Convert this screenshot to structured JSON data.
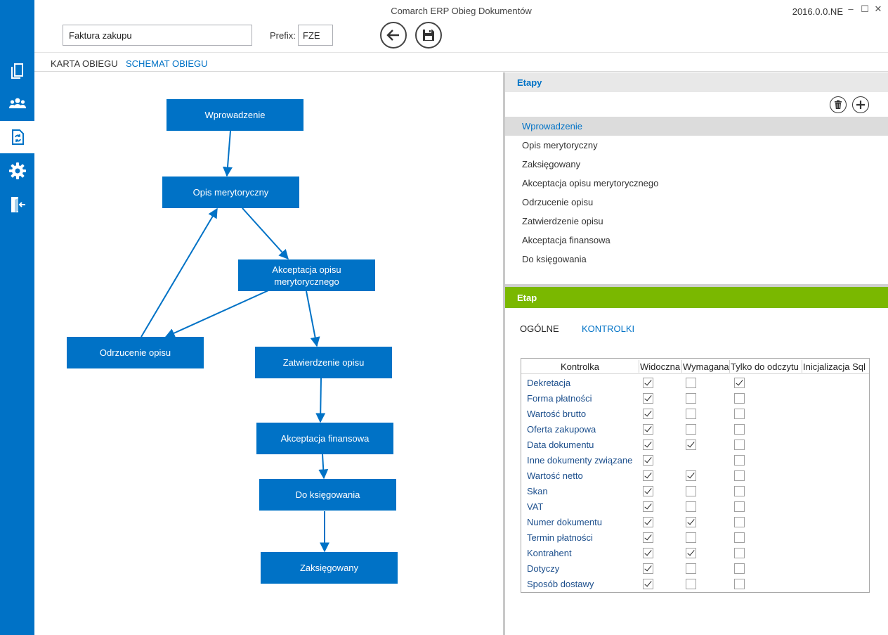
{
  "window": {
    "title": "Comarch ERP Obieg Dokumentów",
    "version": "2016.0.0.NE",
    "minimize": "–",
    "maximize": "☐",
    "close": "✕"
  },
  "form": {
    "name_value": "Faktura zakupu",
    "prefix_label": "Prefix:",
    "prefix_value": "FZE"
  },
  "toolbar": {
    "back_icon": "arrow-left-icon",
    "save_icon": "floppy-disk-icon"
  },
  "sidebar": {
    "items": [
      {
        "icon": "documents-icon"
      },
      {
        "icon": "users-icon"
      },
      {
        "icon": "document-workflow-icon",
        "active": true
      },
      {
        "icon": "gear-icon"
      },
      {
        "icon": "logout-door-icon"
      }
    ]
  },
  "tabs": [
    {
      "label": "KARTA OBIEGU",
      "active": false
    },
    {
      "label": "SCHEMAT OBIEGU",
      "active": true
    }
  ],
  "diagram": {
    "nodes": [
      {
        "id": "wprowadzenie",
        "label": "Wprowadzenie"
      },
      {
        "id": "opis",
        "label": "Opis merytoryczny"
      },
      {
        "id": "akceptacja_opisu",
        "label": "Akceptacja opisu merytorycznego"
      },
      {
        "id": "odrzucenie",
        "label": "Odrzucenie opisu"
      },
      {
        "id": "zatwierdzenie",
        "label": "Zatwierdzenie opisu"
      },
      {
        "id": "akceptacja_fin",
        "label": "Akceptacja finansowa"
      },
      {
        "id": "do_ksiegowania",
        "label": "Do księgowania"
      },
      {
        "id": "zaksiegowany",
        "label": "Zaksięgowany"
      }
    ],
    "edges": [
      {
        "from": "wprowadzenie",
        "to": "opis"
      },
      {
        "from": "opis",
        "to": "akceptacja_opisu"
      },
      {
        "from": "akceptacja_opisu",
        "to": "odrzucenie"
      },
      {
        "from": "odrzucenie",
        "to": "opis"
      },
      {
        "from": "akceptacja_opisu",
        "to": "zatwierdzenie"
      },
      {
        "from": "zatwierdzenie",
        "to": "akceptacja_fin"
      },
      {
        "from": "akceptacja_fin",
        "to": "do_ksiegowania"
      },
      {
        "from": "do_ksiegowania",
        "to": "zaksiegowany"
      }
    ]
  },
  "etapy": {
    "title": "Etapy",
    "delete_icon": "trash-icon",
    "add_icon": "plus-icon",
    "items": [
      {
        "label": "Wprowadzenie",
        "selected": true
      },
      {
        "label": "Opis merytoryczny"
      },
      {
        "label": "Zaksięgowany"
      },
      {
        "label": "Akceptacja opisu merytorycznego"
      },
      {
        "label": "Odrzucenie opisu"
      },
      {
        "label": "Zatwierdzenie opisu"
      },
      {
        "label": "Akceptacja finansowa"
      },
      {
        "label": "Do księgowania"
      }
    ]
  },
  "etap": {
    "title": "Etap",
    "subtabs": [
      {
        "label": "OGÓLNE",
        "active": false
      },
      {
        "label": "KONTROLKI",
        "active": true
      }
    ],
    "grid": {
      "columns": [
        "Kontrolka",
        "Widoczna",
        "Wymagana",
        "Tylko do odczytu",
        "Inicjalizacja Sql"
      ],
      "rows": [
        {
          "name": "Dekretacja",
          "visible": true,
          "required": false,
          "readonly": true
        },
        {
          "name": "Forma płatności",
          "visible": true,
          "required": false,
          "readonly": false
        },
        {
          "name": "Wartość brutto",
          "visible": true,
          "required": false,
          "readonly": false
        },
        {
          "name": "Oferta zakupowa",
          "visible": true,
          "required": false,
          "readonly": false
        },
        {
          "name": "Data dokumentu",
          "visible": true,
          "required": true,
          "readonly": false
        },
        {
          "name": " Inne dokumenty związane",
          "visible": true,
          "required": null,
          "readonly": false
        },
        {
          "name": "Wartość netto",
          "visible": true,
          "required": true,
          "readonly": false
        },
        {
          "name": "Skan",
          "visible": true,
          "required": false,
          "readonly": false
        },
        {
          "name": "VAT",
          "visible": true,
          "required": false,
          "readonly": false
        },
        {
          "name": "Numer dokumentu",
          "visible": true,
          "required": true,
          "readonly": false
        },
        {
          "name": "Termin płatności",
          "visible": true,
          "required": false,
          "readonly": false
        },
        {
          "name": "Kontrahent",
          "visible": true,
          "required": true,
          "readonly": false
        },
        {
          "name": "Dotyczy",
          "visible": true,
          "required": false,
          "readonly": false
        },
        {
          "name": "Sposób dostawy",
          "visible": true,
          "required": false,
          "readonly": false
        }
      ]
    }
  },
  "colors": {
    "accent": "#0072c6",
    "etap_header": "#7ab800",
    "selected_row": "#dcdcdc"
  }
}
